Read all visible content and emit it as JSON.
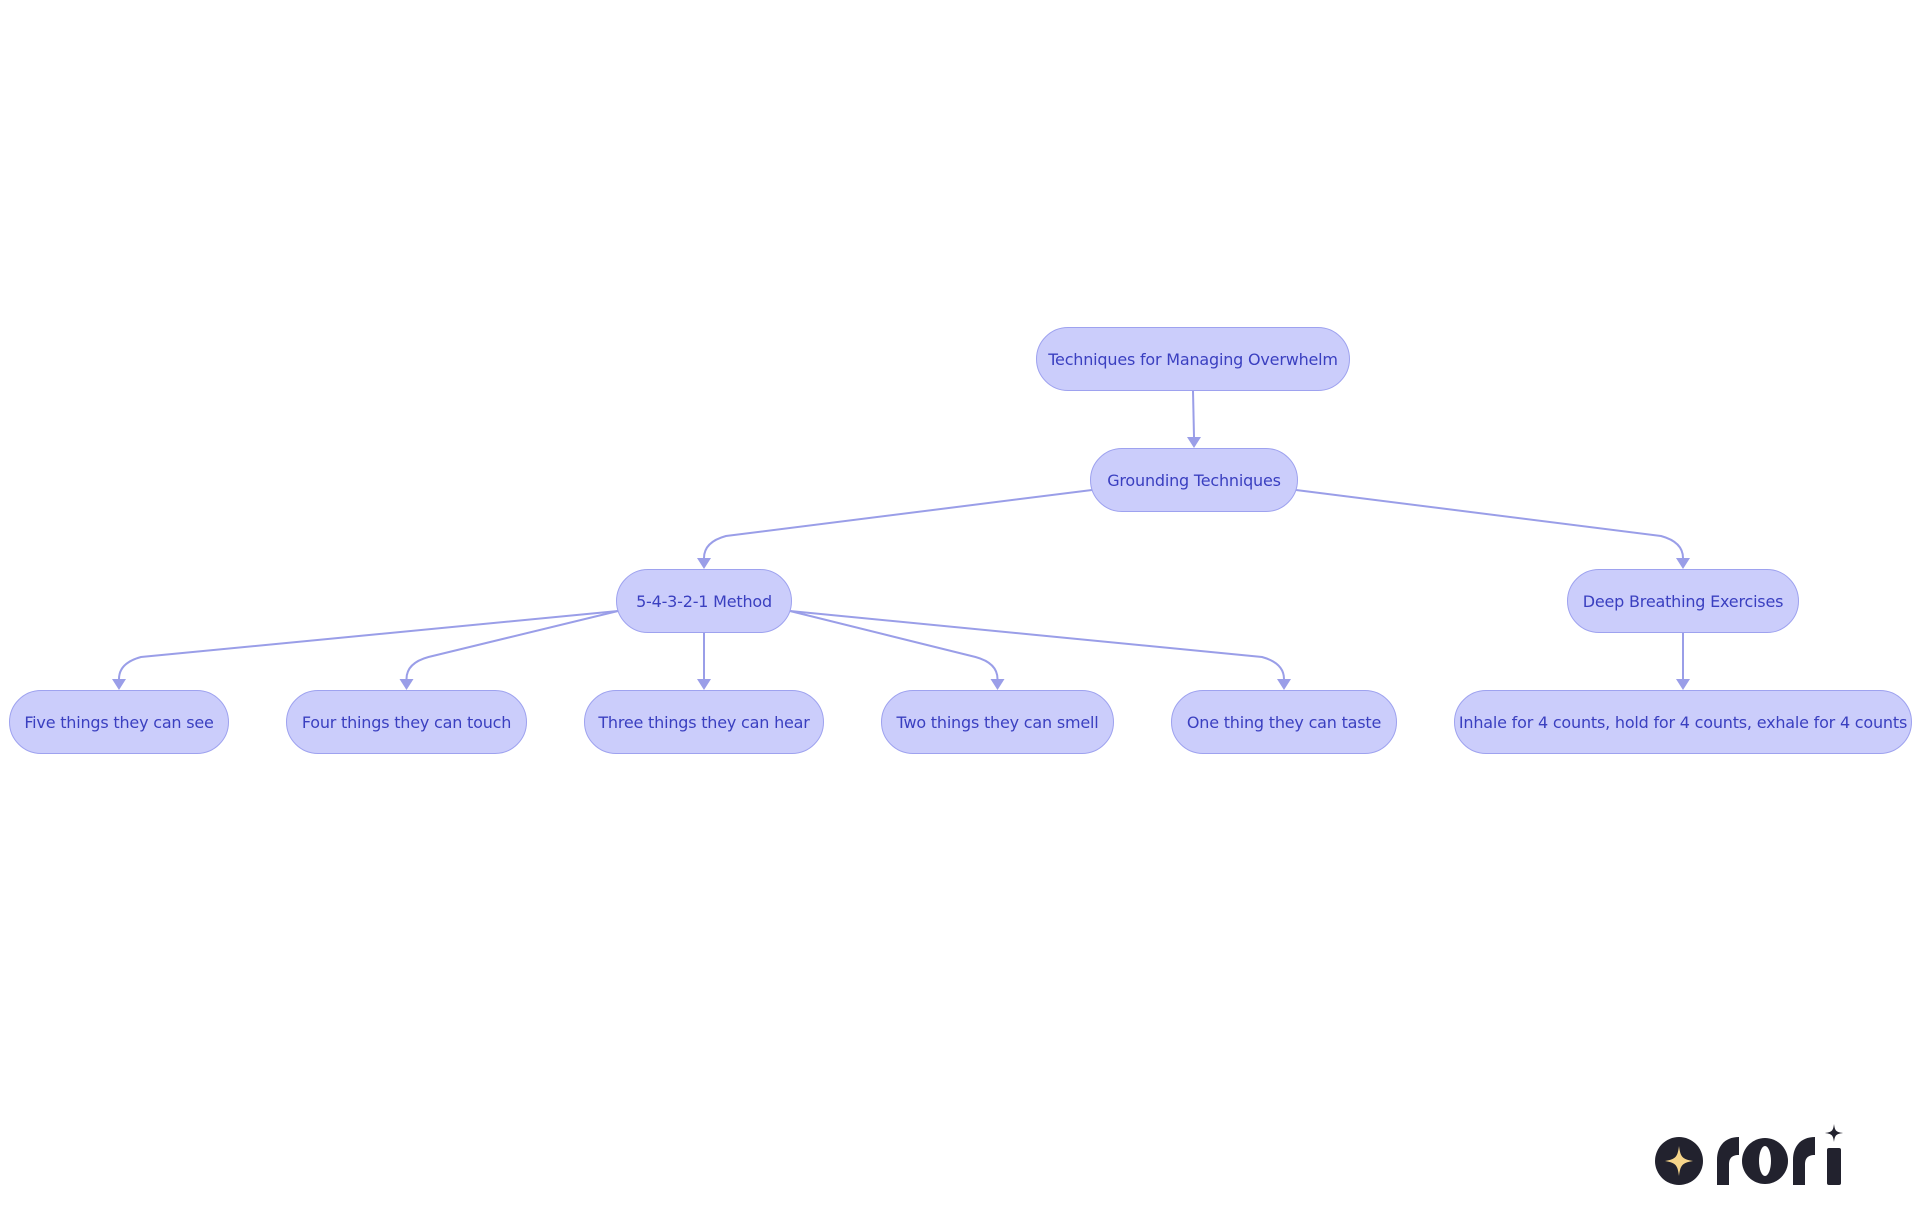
{
  "colors": {
    "node_fill": "#cbcdfb",
    "node_border": "#9ea2ef",
    "node_text": "#3a3fc0",
    "edge": "#9a9ee8",
    "logo_dark": "#22222e",
    "logo_star": "#f6d58a"
  },
  "diagram": {
    "nodes": {
      "root": {
        "label": "Techniques for Managing Overwhelm"
      },
      "grounding": {
        "label": "Grounding Techniques"
      },
      "method": {
        "label": "5-4-3-2-1 Method"
      },
      "breathing": {
        "label": "Deep Breathing Exercises"
      },
      "see": {
        "label": "Five things they can see"
      },
      "touch": {
        "label": "Four things they can touch"
      },
      "hear": {
        "label": "Three things they can hear"
      },
      "smell": {
        "label": "Two things they can smell"
      },
      "taste": {
        "label": "One thing they can taste"
      },
      "inhale": {
        "label": "Inhale for 4 counts, hold for 4 counts, exhale for 4 counts"
      }
    },
    "edges": [
      {
        "from": "root",
        "to": "grounding"
      },
      {
        "from": "grounding",
        "to": "method"
      },
      {
        "from": "grounding",
        "to": "breathing"
      },
      {
        "from": "method",
        "to": "see"
      },
      {
        "from": "method",
        "to": "touch"
      },
      {
        "from": "method",
        "to": "hear"
      },
      {
        "from": "method",
        "to": "smell"
      },
      {
        "from": "method",
        "to": "taste"
      },
      {
        "from": "breathing",
        "to": "inhale"
      }
    ]
  },
  "logo": {
    "name": "rori-logo",
    "wordmark": "rori"
  }
}
